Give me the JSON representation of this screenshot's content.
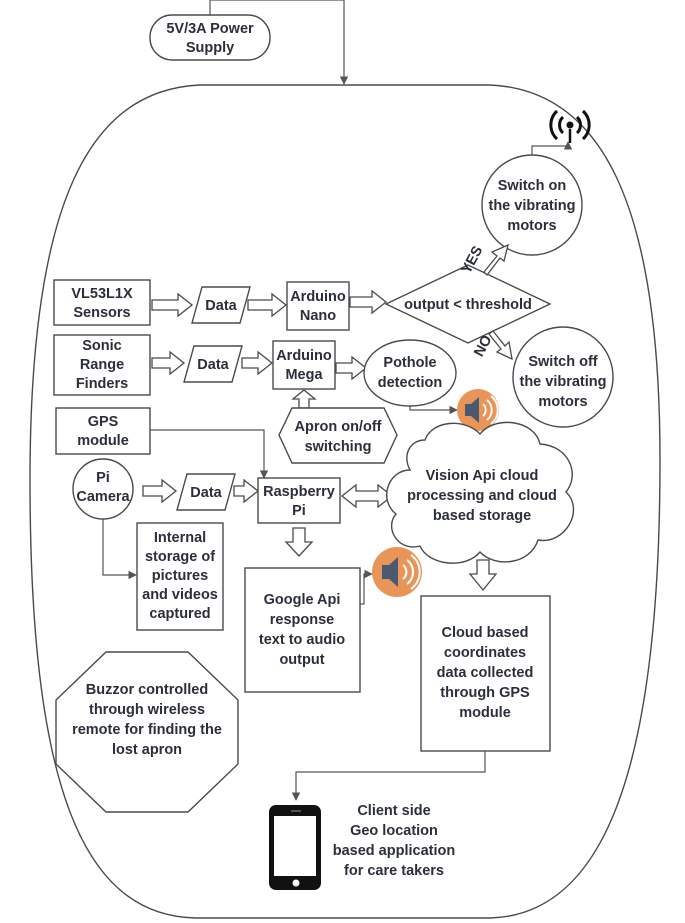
{
  "power_supply": {
    "line1": "5V/3A Power",
    "line2": "Supply"
  },
  "vl53_sensors": {
    "line1": "VL53L1X",
    "line2": "Sensors"
  },
  "data_label": "Data",
  "arduino_nano": {
    "line1": "Arduino",
    "line2": "Nano"
  },
  "threshold_decision": "output < threshold",
  "yes_label": "YES",
  "no_label": "NO",
  "switch_on": {
    "line1": "Switch on",
    "line2": "the vibrating",
    "line3": "motors"
  },
  "switch_off": {
    "line1": "Switch off",
    "line2": "the vibrating",
    "line3": "motors"
  },
  "sonic_finders": {
    "line1": "Sonic",
    "line2": "Range",
    "line3": "Finders"
  },
  "arduino_mega": {
    "line1": "Arduino",
    "line2": "Mega"
  },
  "pothole": {
    "line1": "Pothole",
    "line2": "detection"
  },
  "apron_switch": {
    "line1": "Apron on/off",
    "line2": "switching"
  },
  "gps_module": {
    "line1": "GPS",
    "line2": "module"
  },
  "pi_camera": {
    "line1": "Pi",
    "line2": "Camera"
  },
  "raspberry_pi": {
    "line1": "Raspberry",
    "line2": "Pi"
  },
  "vision_cloud": {
    "line1": "Vision Api cloud",
    "line2": "processing and cloud",
    "line3": "based storage"
  },
  "internal_storage": {
    "line1": "Internal",
    "line2": "storage of",
    "line3": "pictures",
    "line4": "and videos",
    "line5": "captured"
  },
  "google_api": {
    "line1": "Google Api",
    "line2": "response",
    "line3": "text to audio",
    "line4": "output"
  },
  "cloud_coords": {
    "line1": "Cloud based",
    "line2": "coordinates",
    "line3": "data collected",
    "line4": "through GPS",
    "line5": "module"
  },
  "buzzer": {
    "line1": "Buzzor controlled",
    "line2": "through wireless",
    "line3": "remote for finding the",
    "line4": "lost apron"
  },
  "client_app": {
    "line1": "Client side",
    "line2": "Geo location",
    "line3": "based application",
    "line4": "for care takers"
  },
  "colors": {
    "speaker_bg": "#e9955a",
    "speaker_body": "#4a5870",
    "outline": "#4a4a4a"
  }
}
